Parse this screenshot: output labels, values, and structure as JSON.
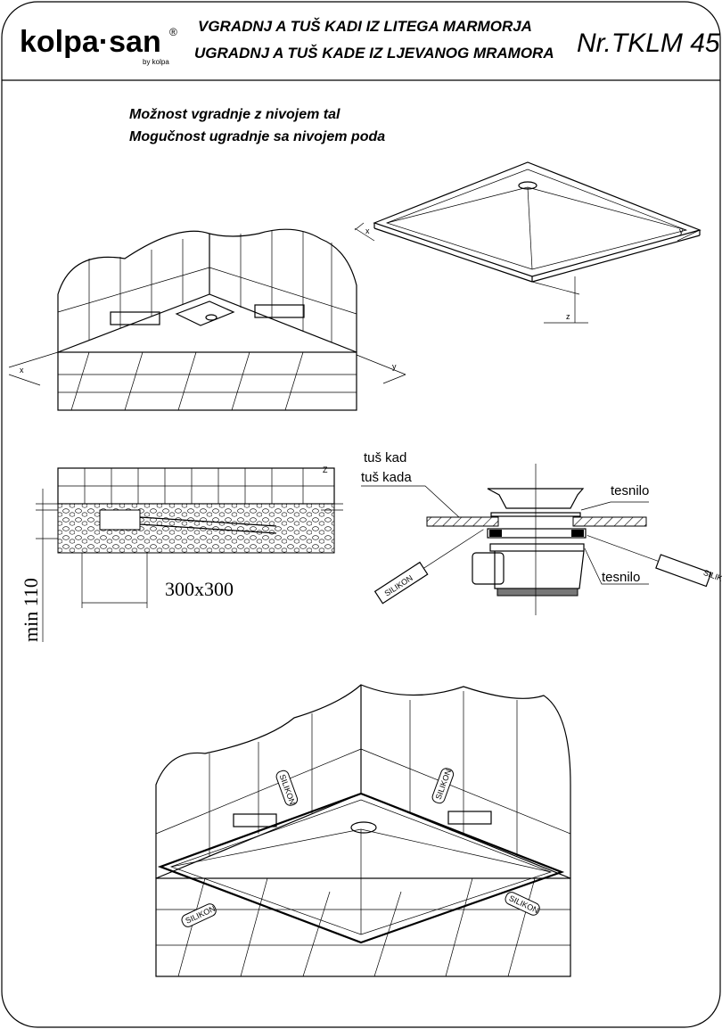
{
  "header": {
    "logo": "kolpa·san",
    "logo_reg": "®",
    "logo_sub": "by kolpa",
    "title_sl": "VGRADNJ A  TUŠ KADI  IZ LITEGA MARMORJA",
    "title_hr": "UGRADNJ A  TUŠ KADE  IZ LJEVANOG MRAMORA",
    "doc_number": "Nr.TKLM 45"
  },
  "subtitle": {
    "line1": "Možnost vgradnje z nivojem tal",
    "line2": "Mogučnost ugradnje sa nivojem poda"
  },
  "dimensions": {
    "x": "x",
    "y": "y",
    "z": "z",
    "Z": "Z",
    "drain_size": "300x300",
    "min_height": "min 110"
  },
  "drain_detail": {
    "tray_label_sl": "tuš kad",
    "tray_label_hr": "tuš kada",
    "seal_top": "tesnilo",
    "seal_bottom": "tesnilo",
    "silicone": "SILIKON"
  }
}
